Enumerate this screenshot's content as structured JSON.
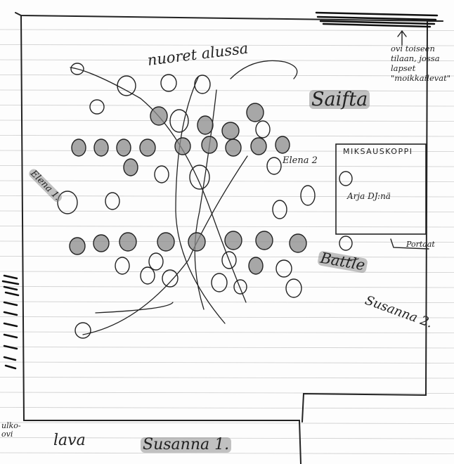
{
  "page": {
    "title": "nuoret alussa",
    "dj_note": "ovi toiseen tilaan, jossa lapset \"moikkailevat\""
  },
  "labels": {
    "saifta": "Saifta",
    "elena1": "Elena 1.",
    "elena2": "Elena 2",
    "battle": "Battle",
    "susanna2": "Susanna 2.",
    "lava": "lava",
    "susanna1": "Susanna 1.",
    "door": "ulko-ovi",
    "portaat": "Portaat"
  },
  "mixing_booth": {
    "title": "MIKSAUSKOPPI",
    "names": "Arja DJ:nä"
  },
  "colors": {
    "ink": "#222222",
    "pencil_shade": "#8a8a8a",
    "ruled_line": "#cccccc",
    "paper": "#fdfdfd"
  }
}
